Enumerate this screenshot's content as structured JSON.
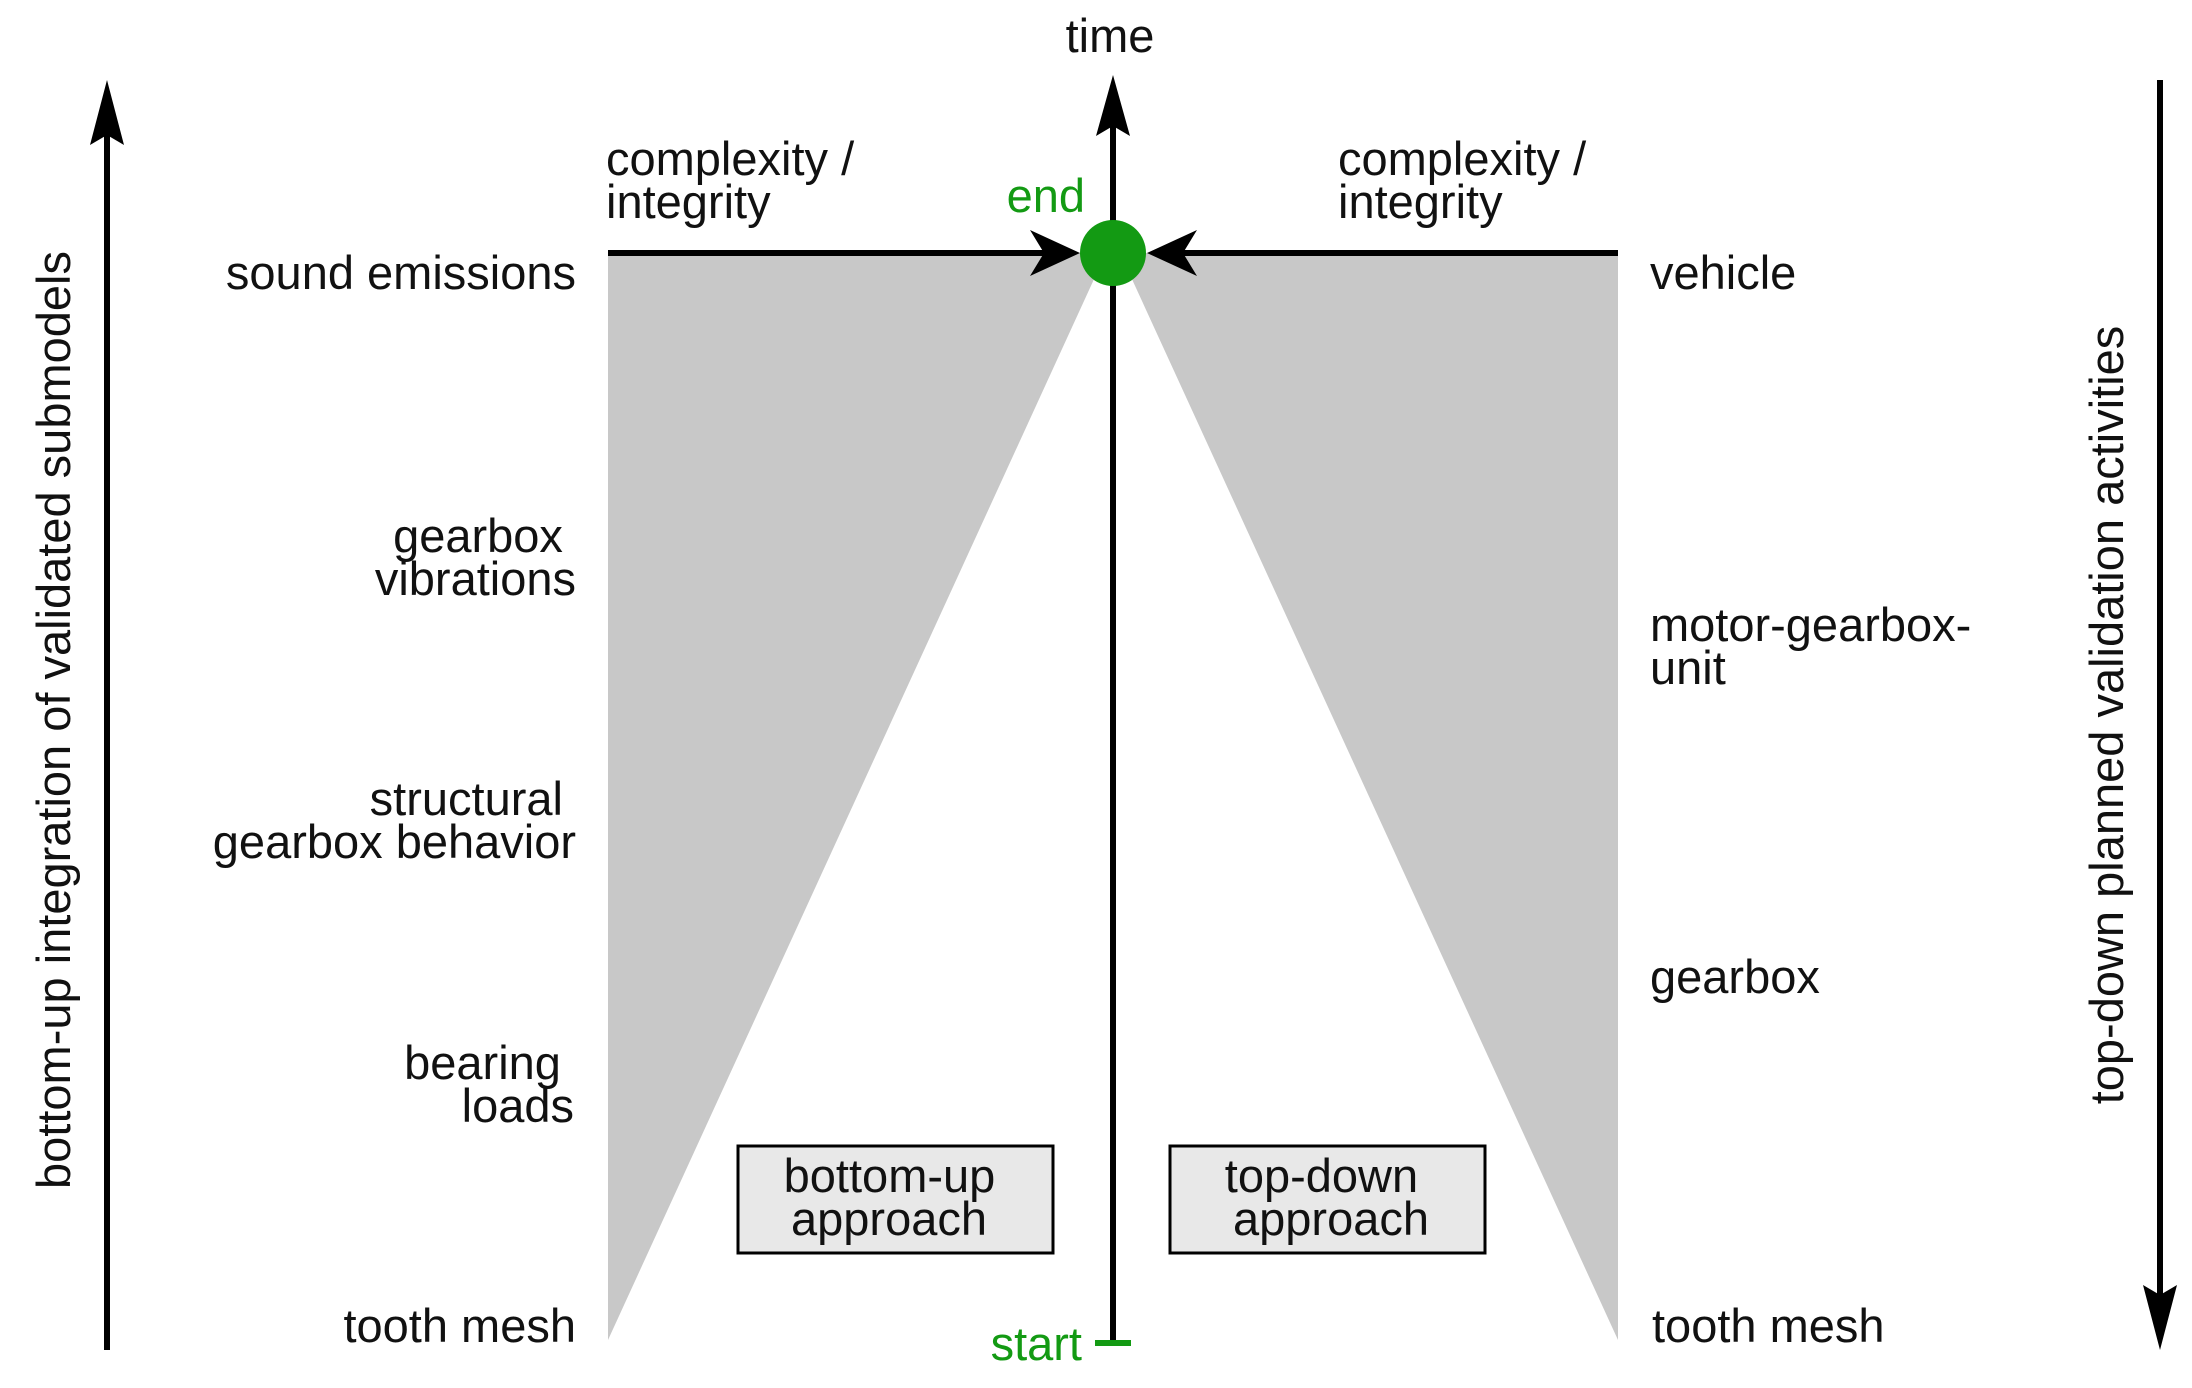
{
  "colors": {
    "accent_green": "#139a13",
    "wedge_gray": "#c8c8c8",
    "box_fill": "#e8e8e8",
    "line": "#000000"
  },
  "axes": {
    "time": "time",
    "left_vertical": "bottom-up integration of validated submodels",
    "right_vertical": "top-down planned validation activities"
  },
  "markers": {
    "end": "end",
    "start": "start"
  },
  "complexity": {
    "left": [
      "complexity /",
      "integrity"
    ],
    "right": [
      "complexity /",
      "integrity"
    ]
  },
  "left_levels": [
    {
      "lines": [
        "sound emissions"
      ]
    },
    {
      "lines": [
        "gearbox",
        "vibrations"
      ]
    },
    {
      "lines": [
        "structural",
        "gearbox behavior"
      ]
    },
    {
      "lines": [
        "bearing",
        "loads"
      ]
    },
    {
      "lines": [
        "tooth mesh"
      ]
    }
  ],
  "right_levels": [
    {
      "lines": [
        "vehicle"
      ]
    },
    {
      "lines": [
        "motor-gearbox-",
        "unit"
      ]
    },
    {
      "lines": [
        "gearbox"
      ]
    },
    {
      "lines": [
        "tooth mesh"
      ]
    }
  ],
  "approaches": {
    "bottom_up": [
      "bottom-up",
      "approach"
    ],
    "top_down": [
      "top-down",
      "approach"
    ]
  }
}
